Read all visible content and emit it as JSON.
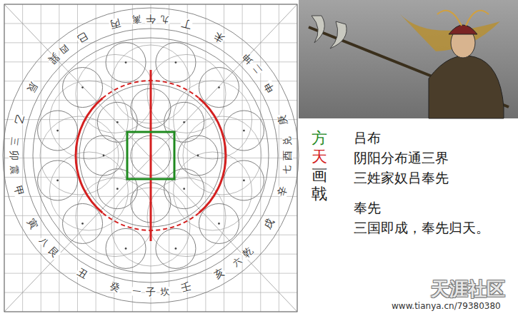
{
  "diagram": {
    "labels": [
      "子",
      "癸",
      "丑",
      "艮",
      "寅",
      "甲",
      "卯",
      "乙",
      "辰",
      "巽",
      "巳",
      "丙",
      "午",
      "丁",
      "未",
      "坤",
      "申",
      "庚",
      "酉",
      "辛",
      "戌",
      "乾",
      "亥",
      "壬",
      "坎",
      "震",
      "离",
      "兑",
      "一",
      "八",
      "三",
      "四",
      "九",
      "二",
      "七",
      "六",
      "方",
      "天",
      "画",
      "戟",
      "吕布",
      "阴阳分布通三界",
      "三姓家奴吕奉先",
      "奉先",
      "三国即成，奉先归天。",
      "天涯社区",
      "www.tianya.cn/79380380"
    ]
  }
}
